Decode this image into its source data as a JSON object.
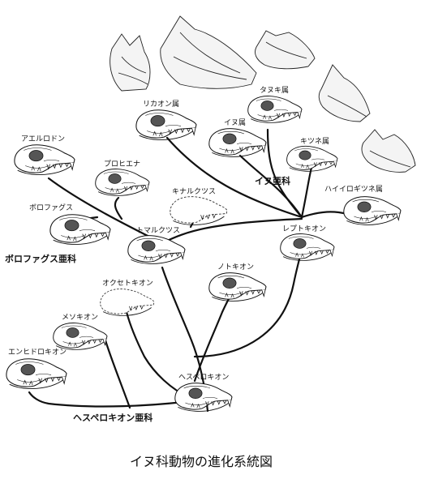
{
  "caption": "イヌ科動物の進化系統図",
  "subfamilies": {
    "borophaginae": "ボロファグス亜科",
    "caninae": "イヌ亜科",
    "hesperocyoninae": "ヘスペロキオン亜科"
  },
  "taxa": {
    "aelurodon": "アエルロドン",
    "prohyaena": "プロヒエナ",
    "borophagus": "ボロファグス",
    "cynarctus": "キナルクツス",
    "tomarctus": "トマルクツス",
    "lycaon": "リカオン属",
    "canis": "イヌ属",
    "nyctereutes": "タヌキ属",
    "vulpes": "キツネ属",
    "urocyon": "ハイイロギツネ属",
    "leptocyon": "レプトキオン",
    "otocyon": "ノトキオン",
    "osteocyon": "オクセトキオン",
    "mesocyon": "メソキオン",
    "enhydrocyon": "エンヒドロキオン",
    "hesperocyon": "ヘスペロキオン"
  }
}
